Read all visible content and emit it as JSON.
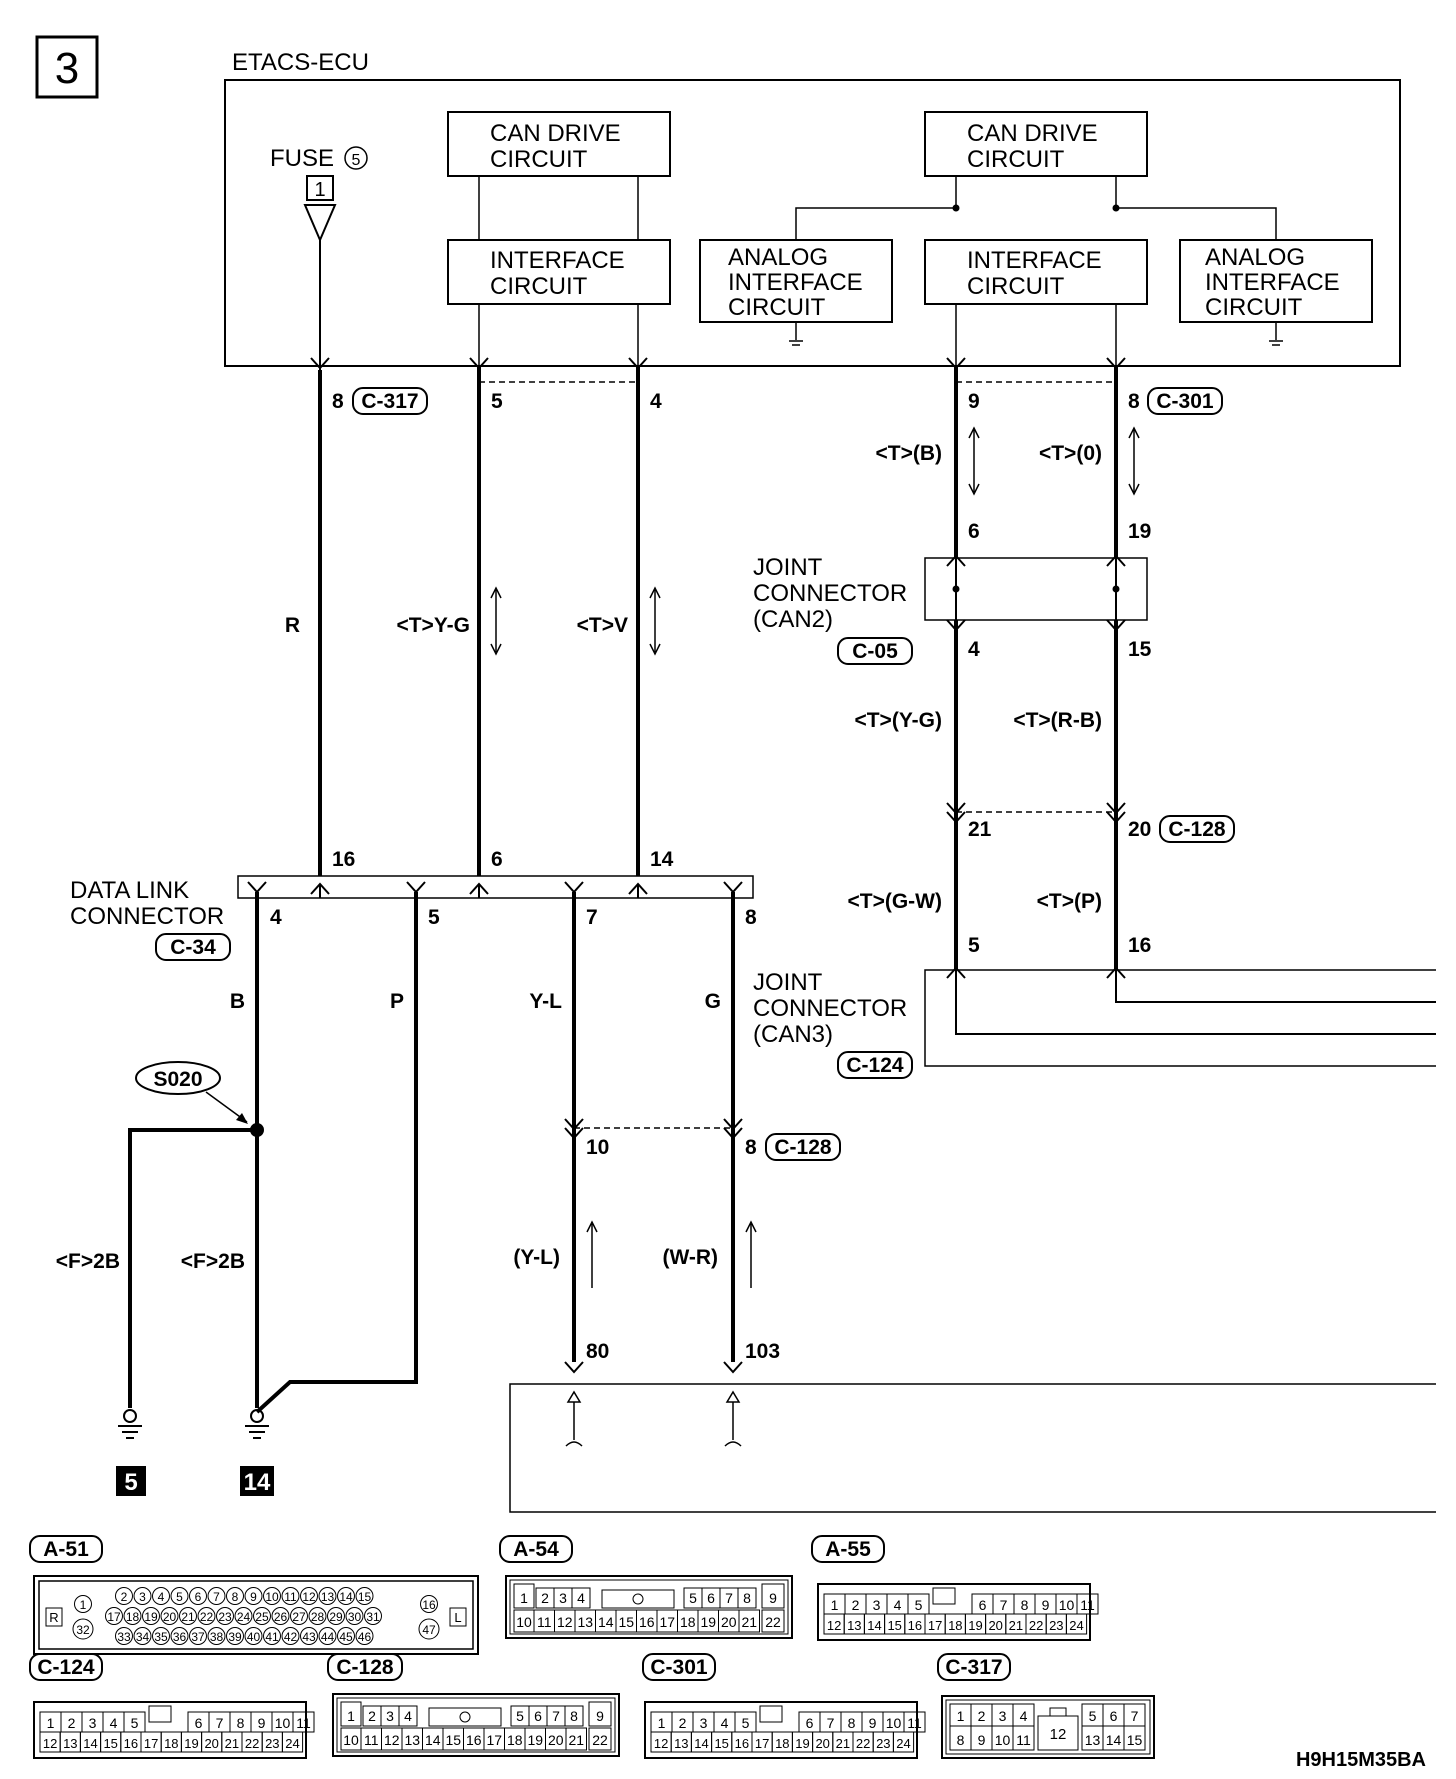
{
  "page_number": "3",
  "ecu": {
    "title": "ETACS-ECU",
    "fuse_label": "FUSE",
    "fuse_no": "5",
    "fuse_box": "1",
    "can_drive_left": [
      "CAN DRIVE",
      "CIRCUIT"
    ],
    "can_drive_right": [
      "CAN DRIVE",
      "CIRCUIT"
    ],
    "interface_left": [
      "INTERFACE",
      "CIRCUIT"
    ],
    "interface_right": [
      "INTERFACE",
      "CIRCUIT"
    ],
    "analog_left": [
      "ANALOG",
      "INTERFACE",
      "CIRCUIT"
    ],
    "analog_right": [
      "ANALOG",
      "INTERFACE",
      "CIRCUIT"
    ]
  },
  "pins": {
    "p8": "8",
    "c317": "C-317",
    "p5": "5",
    "p4": "4",
    "p9": "9",
    "p8b": "8",
    "c301": "C-301",
    "p6": "6",
    "p19": "19",
    "p4b": "4",
    "p15": "15",
    "p21": "21",
    "p20": "20",
    "c128": "C-128",
    "p5b": "5",
    "p16b": "16",
    "dlc16": "16",
    "dlc6": "6",
    "dlc14": "14",
    "dlc4": "4",
    "dlc5": "5",
    "dlc7": "7",
    "dlc8": "8",
    "p10": "10",
    "p8c": "8",
    "c128b": "C-128",
    "p80": "80",
    "p103": "103"
  },
  "wires": {
    "r": "R",
    "yg": "<T>Y-G",
    "v": "<T>V",
    "tb": "<T>(B)",
    "to": "<T>(0)",
    "tyg": "<T>(Y-G)",
    "trb": "<T>(R-B)",
    "tgw": "<T>(G-W)",
    "tp": "<T>(P)",
    "b": "B",
    "p": "P",
    "yl": "Y-L",
    "g": "G",
    "f2b1": "<F>2B",
    "f2b2": "<F>2B",
    "yl2": "(Y-L)",
    "wr": "(W-R)"
  },
  "joint2": {
    "lines": [
      "JOINT",
      "CONNECTOR",
      "(CAN2)"
    ],
    "code": "C-05"
  },
  "joint3": {
    "lines": [
      "JOINT",
      "CONNECTOR",
      "(CAN3)"
    ],
    "code": "C-124"
  },
  "dlc": {
    "lines": [
      "DATA LINK",
      "CONNECTOR"
    ],
    "code": "C-34"
  },
  "splice": "S020",
  "grounds": [
    "5",
    "14"
  ],
  "connectors": {
    "a51": "A-51",
    "a54": "A-54",
    "a55": "A-55",
    "c124": "C-124",
    "c128": "C-128",
    "c301": "C-301",
    "c317": "C-317"
  },
  "a51_pins": {
    "row1": [
      "2",
      "3",
      "4",
      "5",
      "6",
      "7",
      "8",
      "9",
      "10",
      "11",
      "12",
      "13",
      "14",
      "15"
    ],
    "row2": [
      "17",
      "18",
      "19",
      "20",
      "21",
      "22",
      "23",
      "24",
      "25",
      "26",
      "27",
      "28",
      "29",
      "30",
      "31"
    ],
    "row3": [
      "33",
      "34",
      "35",
      "36",
      "37",
      "38",
      "39",
      "40",
      "41",
      "42",
      "43",
      "44",
      "45",
      "46"
    ],
    "left": [
      "1",
      "32"
    ],
    "right": [
      "16",
      "47"
    ],
    "r": "R",
    "l": "L"
  },
  "a54_pins": {
    "row1": [
      "1",
      "2",
      "3",
      "4",
      "5",
      "6",
      "7",
      "8",
      "9"
    ],
    "row2": [
      "10",
      "11",
      "12",
      "13",
      "14",
      "15",
      "16",
      "17",
      "18",
      "19",
      "20",
      "21",
      "22"
    ]
  },
  "a55_pins": {
    "row1": [
      "1",
      "2",
      "3",
      "4",
      "5",
      "6",
      "7",
      "8",
      "9",
      "10",
      "11"
    ],
    "row2": [
      "12",
      "13",
      "14",
      "15",
      "16",
      "17",
      "18",
      "19",
      "20",
      "21",
      "22",
      "23",
      "24"
    ]
  },
  "c317_pins": {
    "row1": [
      "1",
      "2",
      "3",
      "4",
      "5",
      "6",
      "7"
    ],
    "row2": [
      "8",
      "9",
      "10",
      "11",
      "12",
      "13",
      "14",
      "15"
    ]
  },
  "drawing_code": "H9H15M35BA"
}
